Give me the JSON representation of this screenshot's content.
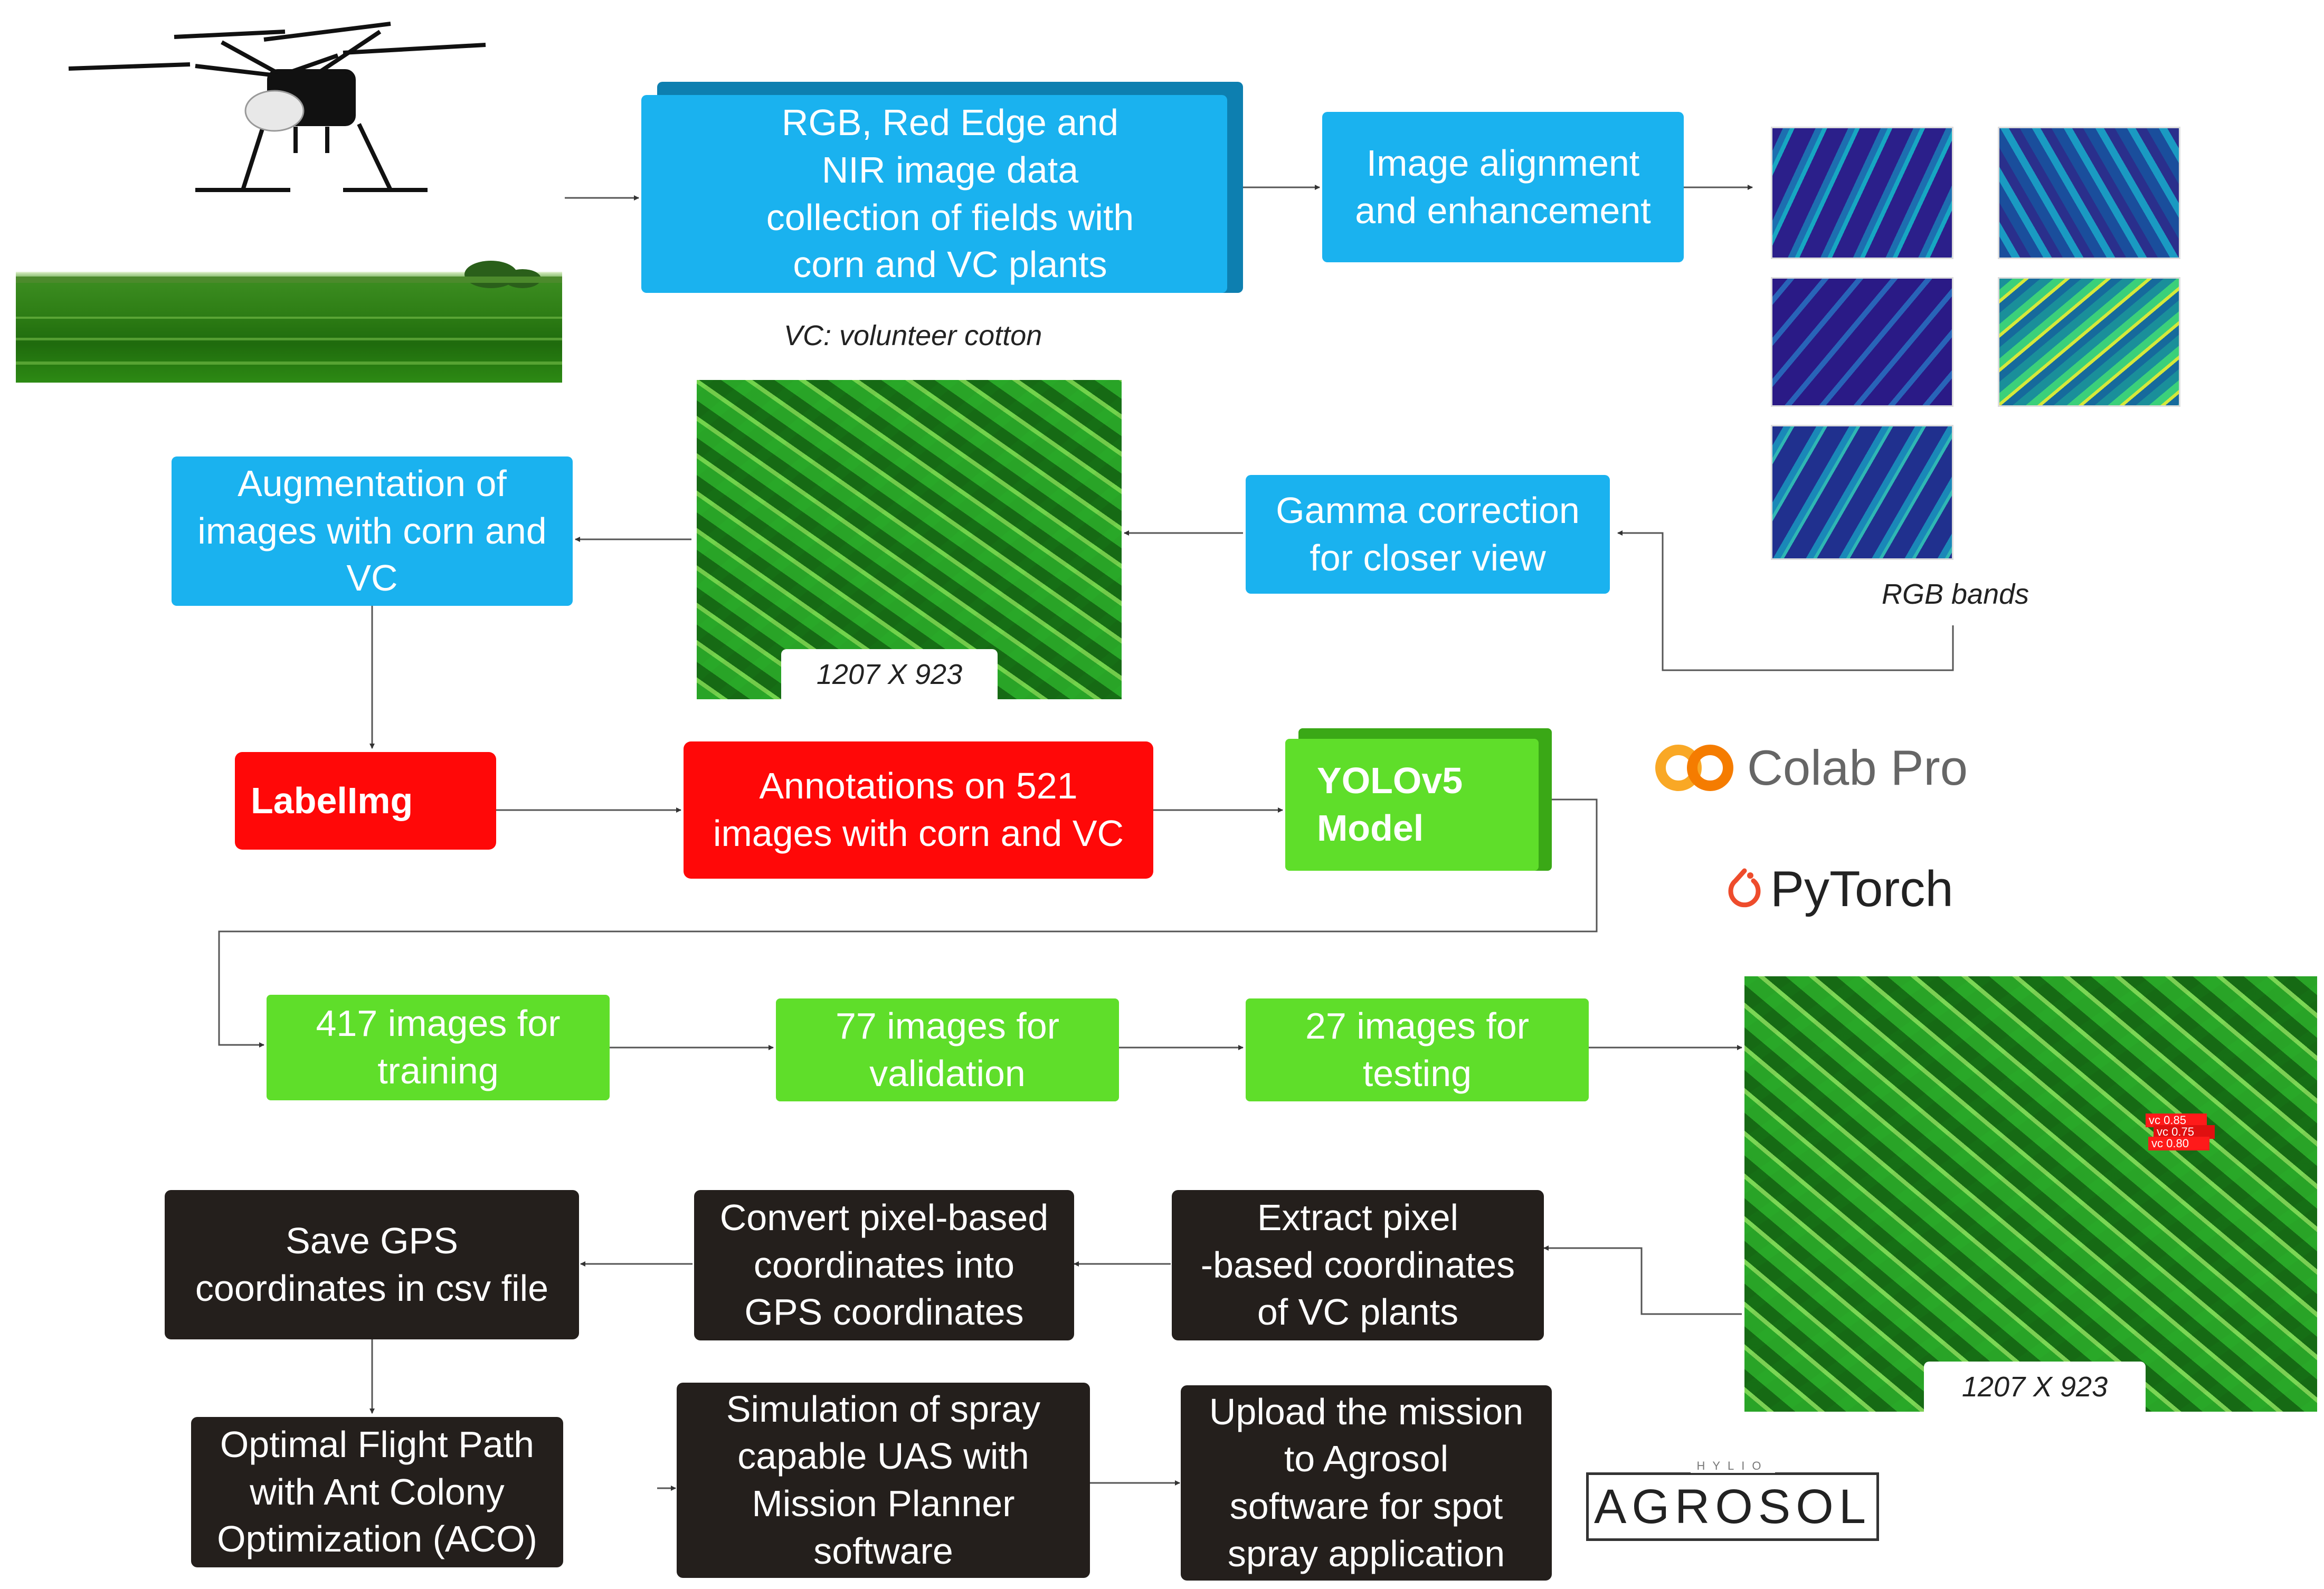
{
  "nodes": {
    "collection": "RGB, Red Edge and\nNIR image data\ncollection  of fields with\ncorn and VC plants",
    "alignment": "Image alignment\nand enhancement",
    "gamma": "Gamma correction\nfor closer view",
    "augmentation": "Augmentation of\nimages with corn and\nVC",
    "labelimg": "LabelImg",
    "annotations": "Annotations on  521\nimages with corn and VC",
    "yolo": "YOLOv5\nModel",
    "training": "417  images for\ntraining",
    "validation": "77 images for\nvalidation",
    "testing": "27 images for\ntesting",
    "extract": "Extract  pixel\n-based coordinates\nof VC plants",
    "convert": "Convert pixel-based\ncoordinates into\nGPS coordinates",
    "save_gps": "Save GPS\ncoordinates in csv file",
    "optimal_path": "Optimal Flight Path\nwith Ant Colony\nOptimization (ACO)",
    "simulation": "Simulation of spray\ncapable UAS with\nMission Planner\nsoftware",
    "upload": "Upload the mission\nto  Agrosol\nsoftware for spot\nspray  application"
  },
  "captions": {
    "vc_note": "VC: volunteer cotton",
    "rgb_bands": "RGB bands",
    "resolution_top": "1207 X 923",
    "resolution_bottom": "1207 X 923"
  },
  "logos": {
    "colab": "Colab Pro",
    "pytorch": "PyTorch",
    "agrosol": "AGROSOL",
    "agrosol_small": "HYLIO"
  },
  "detections": [
    "vc 0.85",
    "vc 0.75",
    "vc 0.80"
  ],
  "colors": {
    "blue": "#1ab2ef",
    "red": "#ff0808",
    "green": "#5fde2a",
    "dark": "#241f1c"
  }
}
